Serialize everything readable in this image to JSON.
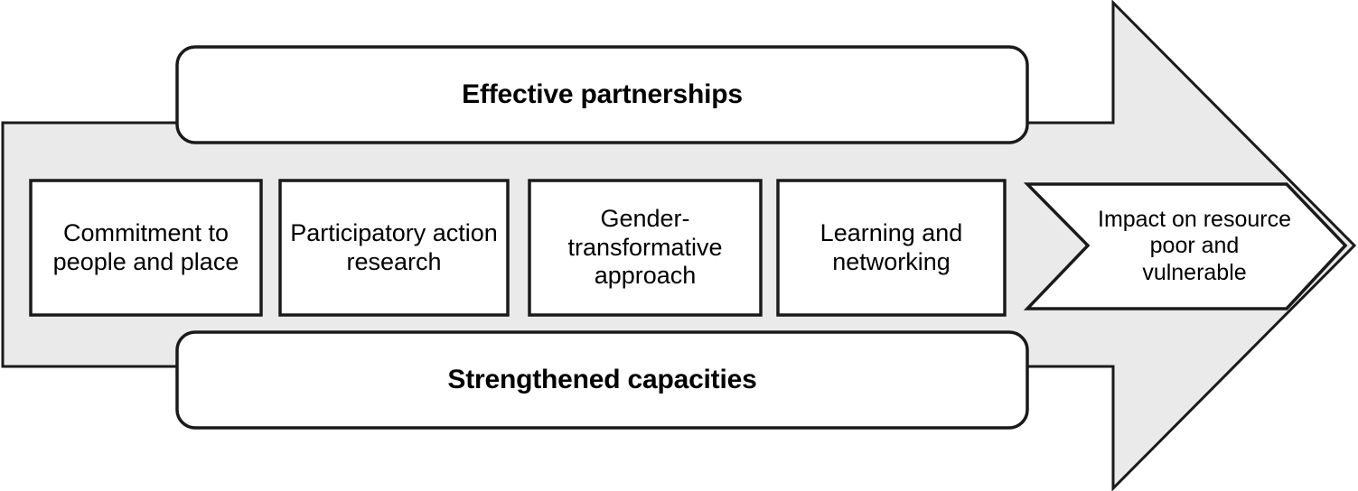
{
  "diagram": {
    "title_top_banner": "Effective partnerships",
    "title_bottom_banner": "Strengthened capacities",
    "arrow": {
      "direction": "right",
      "fill_color": "#EAEAEA",
      "stroke_color": "#1A1A1A"
    },
    "pillars": [
      {
        "label": "Commitment to people and place"
      },
      {
        "label": "Participatory action research"
      },
      {
        "label": "Gender-transformative approach"
      },
      {
        "label": "Learning and networking"
      }
    ],
    "outcome": {
      "label": "Impact on resource poor and vulnerable",
      "shape": "chevron"
    }
  },
  "colors": {
    "background": "#FFFFFF",
    "shape_fill": "#FFFFFF",
    "arrow_fill": "#EAEAEA",
    "outline": "#1A1A1A",
    "text": "#000000"
  }
}
